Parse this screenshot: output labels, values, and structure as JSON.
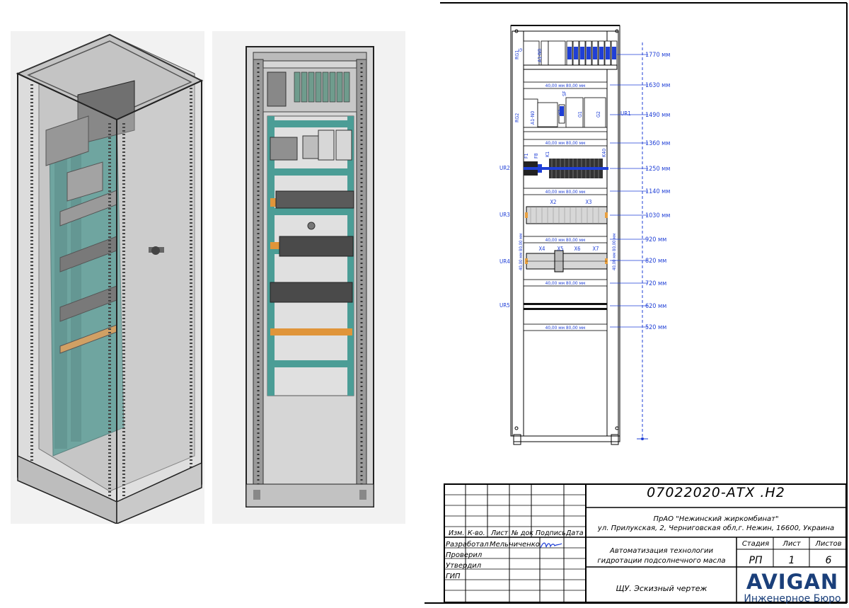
{
  "elevation": {
    "rows": [
      "RG1",
      "RG2",
      "UR1",
      "UR2",
      "UR3",
      "UR4",
      "UR5"
    ],
    "device_labels": {
      "row1_a1n0": "A1-N0",
      "row2_a1n0": "A1-N0",
      "sf": "SF",
      "k1": "K1",
      "g1": "G1",
      "g2": "G2",
      "k1_row3": "K1",
      "f1": "F1",
      "f8": "F8",
      "k40": "K40",
      "x2": "X2",
      "x3": "X3",
      "x4": "X4",
      "x5": "X5",
      "x6": "X6",
      "x7": "X7",
      "g_small": "G"
    },
    "rail_dim_text": "40,00 мм 80,00 мм",
    "side_dim_text": "40,00 мм 80,00 мм",
    "heights": [
      "1770 мм",
      "1630 мм",
      "1490 мм",
      "1360 мм",
      "1250 мм",
      "1140 мм",
      "1030 мм",
      "920 мм",
      "820 мм",
      "720 мм",
      "620 мм",
      "520 мм"
    ]
  },
  "title_block": {
    "doc_code": "07022020-АТХ .Н2",
    "customer": "ПрАО \"Нежинский жиркомбинат\"",
    "address": "ул. Прилукская, 2, Черниговская обл,г. Нежин, 16600, Украина",
    "headers": [
      "Изм.",
      "К-во.",
      "Лист",
      "№ док",
      "Подпись",
      "Дата"
    ],
    "roles": [
      "Разработал",
      "Проверил",
      "Утвердил",
      "ГИП"
    ],
    "developer": "Мельниченко",
    "project": "Автоматизация технологии гидротации подсолнечного масла",
    "stage_label": "Стадия",
    "sheet_label": "Лист",
    "sheets_label": "Листов",
    "stage": "РП",
    "sheet": "1",
    "sheets": "6",
    "drawing_name": "ЩУ. Эскизный чертеж",
    "company": "AVIGAN",
    "company_sub": "Инженерное Бюро"
  },
  "colors": {
    "dim": "#1f3fd6",
    "teal": "#3f9a93",
    "orange": "#e8a040",
    "brand": "#1a3f7a"
  }
}
